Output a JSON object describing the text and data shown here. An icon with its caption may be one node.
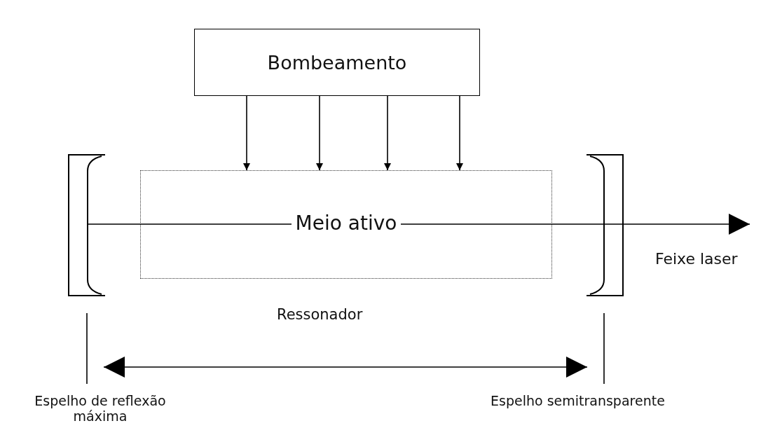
{
  "diagram": {
    "nodes": [
      {
        "text": [
          "Bombeamento"
        ]
      },
      {
        "text": [
          "Meio ativo"
        ]
      },
      {
        "text": [],
        "shape": "picture"
      },
      {
        "text": [],
        "shape": "picture"
      }
    ],
    "edges": [
      {
        "from": 0,
        "to": 1,
        "arrow": "to"
      },
      {
        "from": 0,
        "to": 1,
        "arrow": "to"
      },
      {
        "from": 0,
        "to": 1,
        "arrow": "to"
      },
      {
        "from": 0,
        "to": 1,
        "arrow": "to"
      },
      {
        "from": 2,
        "to": null,
        "arrow": "to",
        "label": "Feixe laser"
      }
    ],
    "labels": [
      "Ressonador",
      "Espelho de reflexão máxima",
      "Espelho semitransparente"
    ]
  }
}
